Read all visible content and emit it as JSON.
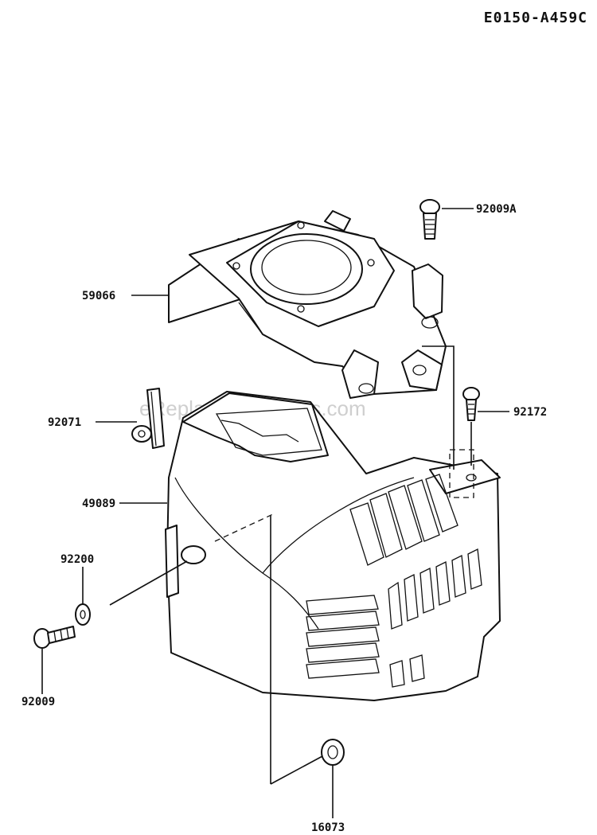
{
  "diagram_code": "E0150-A459C",
  "watermark": "eReplacementParts.com",
  "part_labels": {
    "p92009A": "92009A",
    "p59066": "59066",
    "p92071": "92071",
    "p92172": "92172",
    "p49089": "49089",
    "p92200": "92200",
    "p92009": "92009",
    "p16073": "16073"
  }
}
